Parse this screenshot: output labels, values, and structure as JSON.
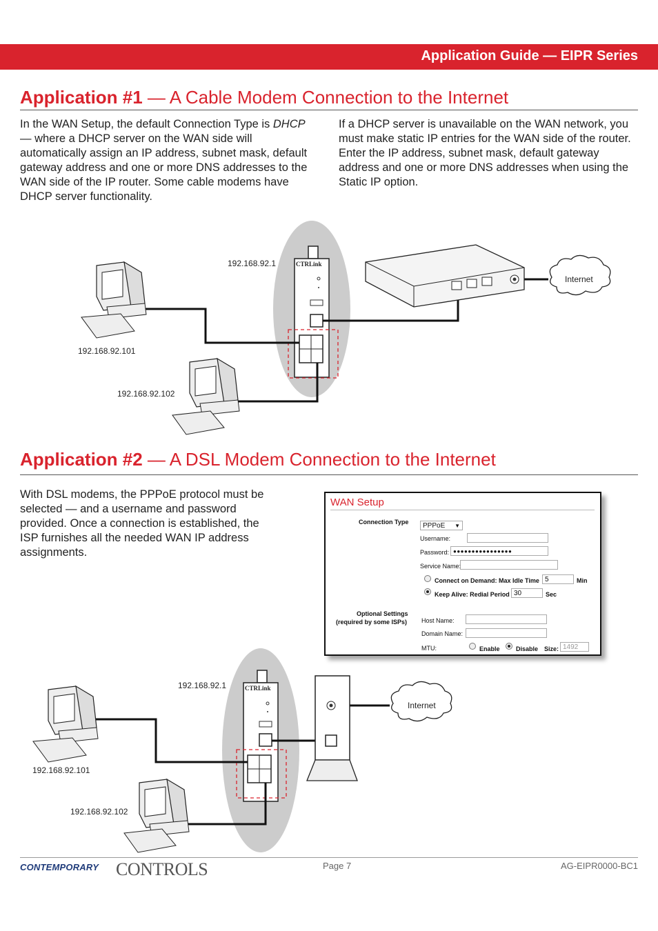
{
  "header": {
    "title": "Application Guide — EIPR Series"
  },
  "app1": {
    "title_bold": "Application #1",
    "title_rest": " — A Cable Modem Connection to the Internet",
    "para_left_1": "In the WAN Setup, the default Connection Type is ",
    "para_left_italic": "DHCP",
    "para_left_2": " — where a DHCP server on the WAN side will automatically assign an IP address, subnet mask, default gateway address and one or more DNS addresses to the WAN side of the IP router.  Some cable modems have DHCP server functionality.",
    "para_right": "If a DHCP server is unavailable on the WAN network, you must make static IP entries for the WAN side of the router.  Enter the IP address, subnet mask, default gateway address and one or more DNS addresses when using the Static IP option.",
    "router_ip": "192.168.92.1",
    "pc1_ip": "192.168.92.101",
    "pc2_ip": "192.168.92.102",
    "cloud_label": "Internet",
    "router_brand": "CTRLink"
  },
  "app2": {
    "title_bold": "Application #2",
    "title_rest": " — A DSL Modem Connection to the Internet",
    "para": "With DSL modems, the PPPoE protocol must be selected — and a username and password provided.  Once a connection is established, the ISP furnishes all the needed WAN IP address assignments.",
    "router_ip": "192.168.92.1",
    "pc1_ip": "192.168.92.101",
    "pc2_ip": "192.168.92.102",
    "cloud_label": "Internet",
    "router_brand": "CTRLink"
  },
  "wan_setup": {
    "title": "WAN Setup",
    "connection_type_label": "Connection Type",
    "connection_type_value": "PPPoE",
    "username_label": "Username:",
    "password_label": "Password:",
    "password_value": "●●●●●●●●●●●●●●●●",
    "service_name_label": "Service Name:",
    "connect_on_demand_label": "Connect on Demand: Max Idle Time",
    "max_idle_value": "5",
    "min_label": "Min",
    "keep_alive_label": "Keep Alive: Redial Period",
    "redial_value": "30",
    "sec_label": "Sec",
    "optional_label_1": "Optional Settings",
    "optional_label_2": "(required by some ISPs)",
    "host_name_label": "Host Name:",
    "domain_name_label": "Domain Name:",
    "mtu_label": "MTU:",
    "enable_label": "Enable",
    "disable_label": "Disable",
    "size_label": "Size:",
    "size_value": "1492"
  },
  "footer": {
    "logo_left": "CONTEMPORARY",
    "logo_right": "CONTROLS",
    "page": "Page 7",
    "doc_id": "AG-EIPR0000-BC1"
  }
}
